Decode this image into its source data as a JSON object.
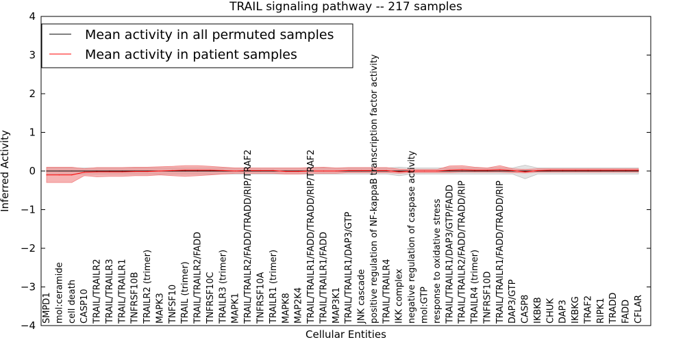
{
  "chart_data": {
    "type": "line",
    "title": "TRAIL signaling pathway -- 217 samples",
    "xlabel": "Cellular Entities",
    "ylabel": "Inferred Activity",
    "ylim": [
      -4,
      4
    ],
    "yticks": [
      -4,
      -3,
      -2,
      -1,
      0,
      1,
      2,
      3,
      4
    ],
    "ytick_labels": [
      "−4",
      "−3",
      "−2",
      "−1",
      "0",
      "1",
      "2",
      "3",
      "4"
    ],
    "grid": false,
    "legend_position": "top-left",
    "categories": [
      "SMPD1",
      "mol:ceramide",
      "cell death",
      "CASP10",
      "TRAIL/TRAILR2",
      "TRAIL/TRAILR3",
      "TRAIL/TRAILR1",
      "TNFRSF10B",
      "TRAILR2 (trimer)",
      "MAPK3",
      "TNFSF10",
      "TRAIL (trimer)",
      "TRAIL/TRAILR2/FADD",
      "TNFRSF10C",
      "TRAILR3 (trimer)",
      "MAPK1",
      "TRAIL/TRAILR2/FADD/TRADD/RIP/TRAF2",
      "TNFRSF10A",
      "TRAILR1 (trimer)",
      "MAPK8",
      "MAP2K4",
      "TRAIL/TRAILR1/FADD/TRADD/RIP/TRAF2",
      "TRAIL/TRAILR1/FADD",
      "MAP3K1",
      "TRAIL/TRAILR1/DAP3/GTP",
      "JNK cascade",
      "positive regulation of NF-kappaB transcription factor activity",
      "TRAIL/TRAILR4",
      "IKK complex",
      "negative regulation of caspase activity",
      "mol:GTP",
      "response to oxidative stress",
      "TRAIL/TRAILR1/DAP3/GTP/FADD",
      "TRAIL/TRAILR2/FADD/TRADD/RIP",
      "TRAILR4 (trimer)",
      "TNFRSF10D",
      "TRAIL/TRAILR1/FADD/TRADD/RIP",
      "DAP3/GTP",
      "CASP8",
      "IKBKB",
      "CHUK",
      "DAP3",
      "IKBKG",
      "TRAF2",
      "RIPK1",
      "TRADD",
      "FADD",
      "CFLAR"
    ],
    "series": [
      {
        "name": "Mean activity in all permuted samples",
        "color": "#000000",
        "band_color": "#c0c0c0",
        "values": [
          0.0,
          0.0,
          0.0,
          0.0,
          0.0,
          0.0,
          0.0,
          0.0,
          0.0,
          0.0,
          0.0,
          0.0,
          0.0,
          0.0,
          0.0,
          0.0,
          0.0,
          0.0,
          0.0,
          0.0,
          0.0,
          0.0,
          0.0,
          0.0,
          0.0,
          0.0,
          0.0,
          0.0,
          0.0,
          0.0,
          0.0,
          0.0,
          0.0,
          0.0,
          0.0,
          0.0,
          0.0,
          0.0,
          0.0,
          0.0,
          0.0,
          0.0,
          0.0,
          0.0,
          0.0,
          0.0,
          0.0,
          0.0
        ],
        "lower": [
          -0.08,
          -0.08,
          -0.08,
          -0.08,
          -0.08,
          -0.08,
          -0.08,
          -0.08,
          -0.08,
          -0.08,
          -0.08,
          -0.08,
          -0.08,
          -0.08,
          -0.08,
          -0.08,
          -0.08,
          -0.08,
          -0.08,
          -0.08,
          -0.08,
          -0.08,
          -0.08,
          -0.08,
          -0.08,
          -0.08,
          -0.08,
          -0.08,
          -0.12,
          -0.08,
          -0.08,
          -0.08,
          -0.08,
          -0.08,
          -0.08,
          -0.08,
          -0.08,
          -0.08,
          -0.2,
          -0.08,
          -0.08,
          -0.08,
          -0.08,
          -0.08,
          -0.08,
          -0.08,
          -0.08,
          -0.08
        ],
        "upper": [
          0.08,
          0.08,
          0.08,
          0.08,
          0.08,
          0.08,
          0.08,
          0.08,
          0.08,
          0.08,
          0.08,
          0.08,
          0.08,
          0.08,
          0.08,
          0.08,
          0.08,
          0.08,
          0.08,
          0.08,
          0.08,
          0.08,
          0.08,
          0.08,
          0.08,
          0.08,
          0.08,
          0.08,
          0.1,
          0.08,
          0.08,
          0.08,
          0.08,
          0.08,
          0.08,
          0.08,
          0.08,
          0.08,
          0.15,
          0.08,
          0.08,
          0.08,
          0.08,
          0.08,
          0.08,
          0.08,
          0.08,
          0.08
        ]
      },
      {
        "name": "Mean activity in patient samples",
        "color": "#ff0000",
        "band_color": "#f08080",
        "values": [
          -0.1,
          -0.1,
          -0.1,
          -0.03,
          -0.02,
          -0.02,
          -0.02,
          -0.01,
          -0.01,
          0.0,
          0.01,
          0.02,
          0.02,
          0.02,
          0.01,
          0.0,
          0.01,
          0.01,
          0.01,
          -0.01,
          -0.01,
          0.0,
          0.0,
          0.0,
          0.01,
          0.01,
          0.01,
          0.01,
          -0.02,
          0.0,
          0.0,
          0.0,
          0.02,
          0.03,
          0.02,
          0.02,
          0.03,
          0.01,
          -0.02,
          0.01,
          0.02,
          0.02,
          0.02,
          0.02,
          0.02,
          0.02,
          0.02,
          0.02
        ],
        "lower": [
          -0.3,
          -0.3,
          -0.3,
          -0.12,
          -0.15,
          -0.14,
          -0.14,
          -0.12,
          -0.12,
          -0.1,
          -0.12,
          -0.14,
          -0.12,
          -0.1,
          -0.08,
          -0.06,
          -0.06,
          -0.06,
          -0.06,
          -0.08,
          -0.08,
          -0.06,
          -0.06,
          -0.06,
          -0.04,
          -0.04,
          -0.04,
          -0.04,
          -0.06,
          -0.04,
          -0.04,
          -0.04,
          -0.04,
          -0.03,
          -0.03,
          -0.03,
          -0.03,
          -0.04,
          -0.05,
          -0.03,
          -0.03,
          -0.03,
          -0.03,
          -0.03,
          -0.03,
          -0.03,
          -0.03,
          -0.03
        ],
        "upper": [
          0.1,
          0.1,
          0.1,
          0.06,
          0.09,
          0.09,
          0.09,
          0.1,
          0.1,
          0.11,
          0.12,
          0.14,
          0.14,
          0.12,
          0.1,
          0.08,
          0.08,
          0.08,
          0.08,
          0.08,
          0.08,
          0.09,
          0.1,
          0.08,
          0.09,
          0.09,
          0.09,
          0.09,
          0.05,
          0.04,
          0.04,
          0.04,
          0.13,
          0.14,
          0.1,
          0.08,
          0.14,
          0.06,
          0.04,
          0.06,
          0.06,
          0.06,
          0.06,
          0.06,
          0.06,
          0.06,
          0.06,
          0.06
        ]
      }
    ]
  }
}
